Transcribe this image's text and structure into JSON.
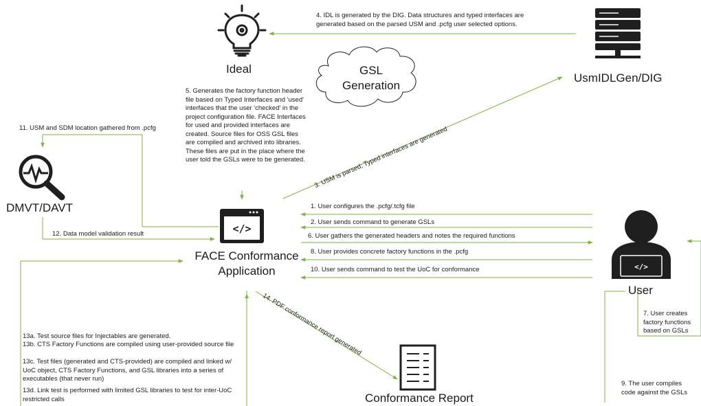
{
  "nodes": {
    "ideal": "Ideal",
    "dig": "UsmIDLGen/DIG",
    "dmvt": "DMVT/DAVT",
    "face_line1": "FACE Conformance",
    "face_line2": "Application",
    "user": "User",
    "report": "Conformance Report"
  },
  "cloud": {
    "line1": "GSL",
    "line2": "Generation"
  },
  "steps": {
    "s1": "1. User configures the .pcfg/.tcfg file",
    "s2": "2. User sends command to generate GSLs",
    "s3": "3. USM is parsed; Typed interfaces are generated",
    "s4": "4. IDL is generated by the DIG. Data structures and typed interfaces are generated based on the parsed USM and .pcfg user selected options.",
    "s5": "5. Generates the factory function header file based on  Typed Interfaces and 'used' interfaces that the user 'checked' in the project configuration file. FACE Interfaces for used and provided interfaces are created. Source files for OSS GSL files are compiled and archived into libraries. These files are put in the place where the user told the GSLs were to be generated.",
    "s6": "6. User gathers the generated headers and notes the required functions",
    "s7": "7. User creates factory functions based on GSLs",
    "s8": "8. User provides concrete factory functions in the .pcfg",
    "s9": "9. The user compiles code against the GSLs",
    "s10": "10. User sends command to test the UoC for conformance",
    "s11": "11. USM and SDM location gathered from .pcfg",
    "s12": "12. Data model validation result",
    "s13a": "13a. Test source files for Injectables are generated.",
    "s13b": "13b. CTS Factory Functions are compiled using user-provided source file",
    "s13c": "13c. Test files (generated and CTS-provided) are compiled and linked w/ UoC object, CTS Factory Functions, and GSL libraries into a series of executables (that never run)",
    "s13d": "13d. Link test is performed with limited GSL libraries to test for inter-UoC restricted calls",
    "s14": "14. PDF conformance report generated"
  },
  "colors": {
    "arrow": "#7cb342",
    "icon": "#1f1f1f"
  },
  "icons": [
    "lightbulb-gear-icon",
    "server-icon",
    "magnifier-pulse-icon",
    "code-window-icon",
    "user-laptop-icon",
    "report-document-icon",
    "cloud-shape"
  ]
}
